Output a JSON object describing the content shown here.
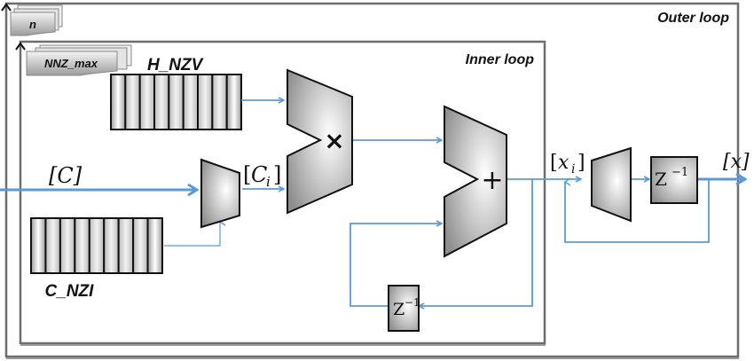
{
  "diagram": {
    "outer_loop": {
      "label": "Outer loop",
      "counter_label": "n"
    },
    "inner_loop": {
      "label": "Inner loop",
      "counter_label": "NNZ_max"
    },
    "registers": {
      "h_nzv": {
        "label": "H_NZV",
        "cells": 9
      },
      "c_nzi": {
        "label": "C_NZI",
        "cells": 9
      }
    },
    "signals": {
      "c_in": "[C]",
      "c_i_bracket_open": "[",
      "c_i_base": "C",
      "c_i_sub": "i",
      "c_i_bracket_close": "]",
      "x_i_bracket_open": "[",
      "x_i_base": "x",
      "x_i_sub": "i",
      "x_i_bracket_close": "]",
      "x_out": "[x]"
    },
    "operators": {
      "multiply_symbol": "×",
      "add_symbol": "+"
    },
    "delays": {
      "inner": {
        "base": "Z",
        "exp": "−1"
      },
      "outer": {
        "base": "Z",
        "exp": "−1"
      }
    },
    "colors": {
      "wire": "#5b9bd5",
      "frame": "#6e6e6e",
      "block_stroke": "#111111"
    }
  }
}
